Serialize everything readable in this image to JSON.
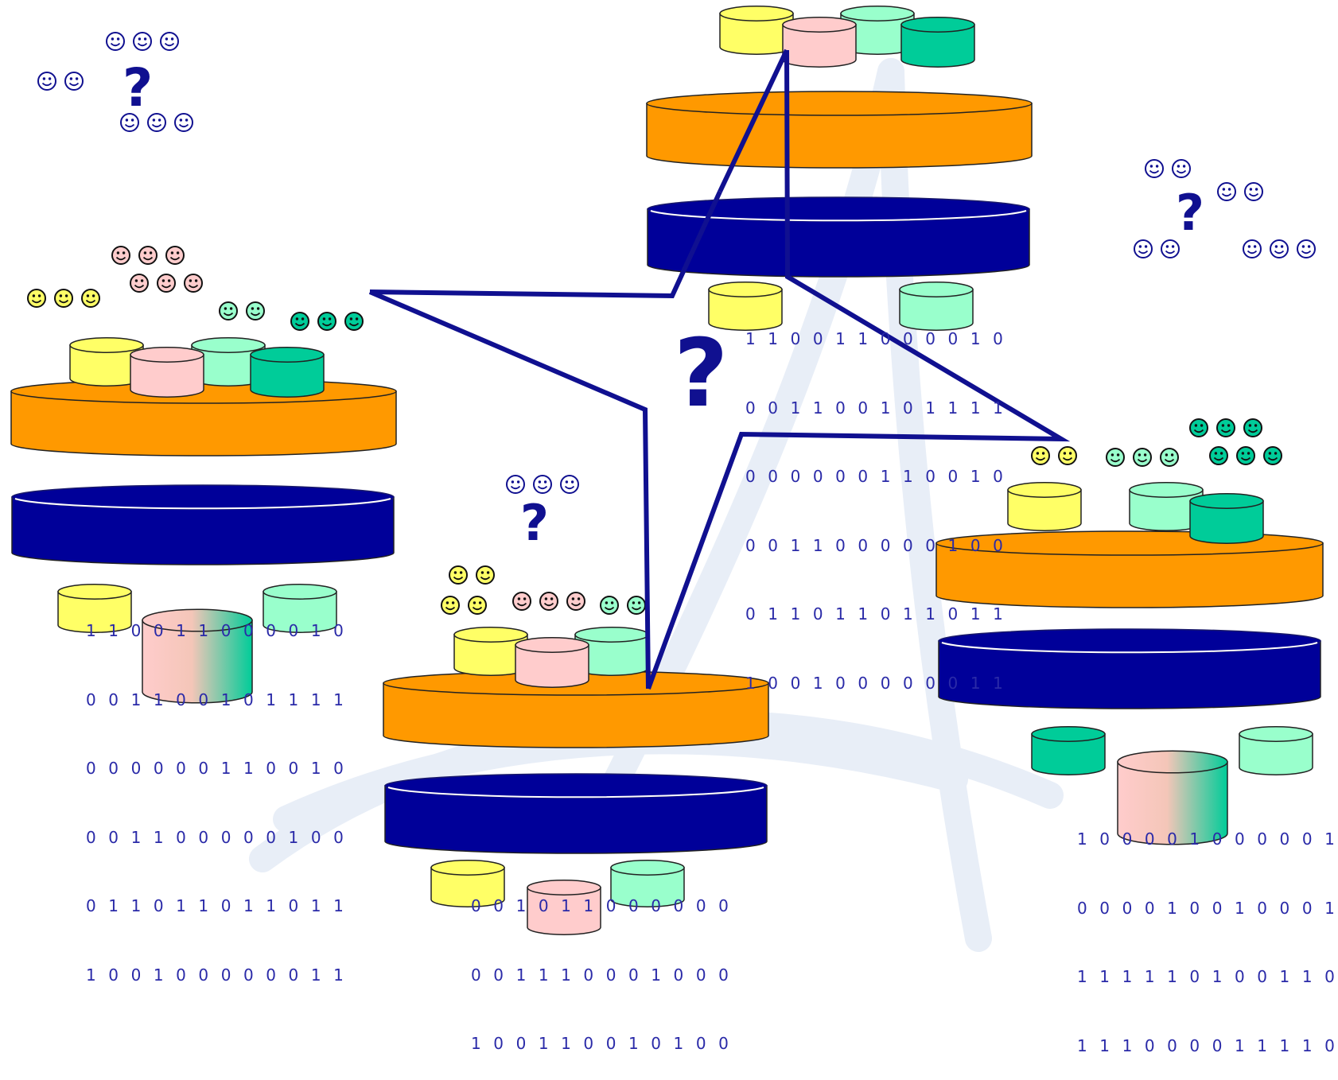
{
  "colors": {
    "background": "#ffffff",
    "watermark": "#e8eef7",
    "orange_platform": "#ff9900",
    "navy_platform": "#000099",
    "connector_line": "#101090",
    "yellow": "#ffff66",
    "pink": "#ffcccc",
    "light_green": "#99ffcc",
    "teal": "#00cc99",
    "smiley_blue_outline": "#101090"
  },
  "question_marks": [
    "?",
    "?",
    "?",
    "?"
  ],
  "binary_blocks": {
    "left": [
      "1 1 0 0 1 1 0 0 0 0 1 0",
      "0 0 1 1 0 0 1 0 1 1 1 1",
      "0 0 0 0 0 0 1 1 0 0 1 0",
      "0 0 1 1 0 0 0 0 0 1 0 0",
      "0 1 1 0 1 1 0 1 1 0 1 1",
      "1 0 0 1 0 0 0 0 0 0 1 1"
    ],
    "top": [
      "1 1 0 0 1 1 0 0 0 0 1 0",
      "0 0 1 1 0 0 1 0 1 1 1 1",
      "0 0 0 0 0 0 1 1 0 0 1 0",
      "0 0 1 1 0 0 0 0 0 1 0 0",
      "0 1 1 0 1 1 0 1 1 0 1 1",
      "1 0 0 1 0 0 0 0 0 0 1 1"
    ],
    "middle": [
      "0 0 1 0 1 1 0 0 0 0 0 0",
      "0 0 1 1 1 0 0 0 1 0 0 0",
      "1 0 0 1 1 0 0 1 0 1 0 0"
    ],
    "right": [
      "1 0 0 0 0 1 0 0 0 0 0 1",
      "0 0 0 0 1 0 0 1 0 0 0 1",
      "1 1 1 1 1 0 1 0 0 1 1 0",
      "1 1 1 0 0 0 0 1 1 1 1 0"
    ]
  },
  "icons": [
    "smiley-face-icon",
    "database-cylinder-icon",
    "platform-disk-icon",
    "question-mark-icon",
    "network-connector-line"
  ]
}
